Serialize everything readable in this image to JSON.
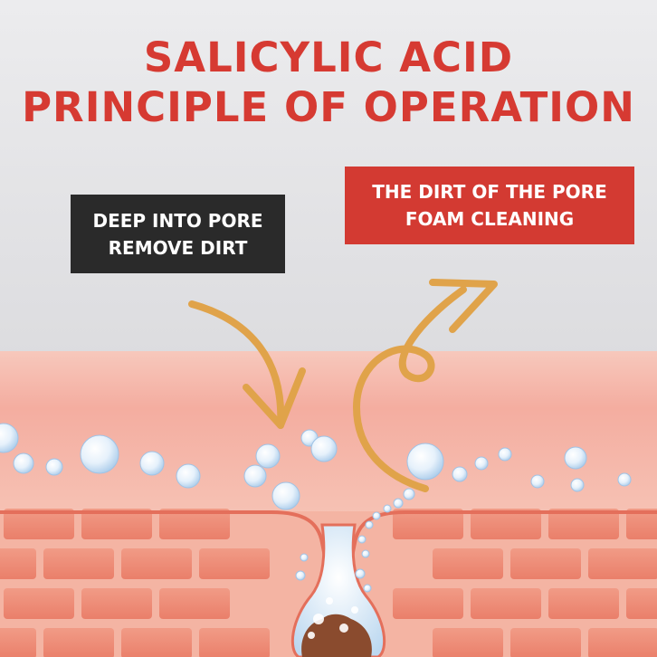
{
  "title": {
    "line1": "SALICYLIC ACID",
    "line2": "PRINCIPLE OF OPERATION"
  },
  "labels": {
    "left": {
      "line1": "DEEP INTO PORE",
      "line2": "REMOVE DIRT"
    },
    "right": {
      "line1": "THE DIRT OF THE PORE",
      "line2": "FOAM CLEANING"
    }
  },
  "colors": {
    "title": "#d63a32",
    "left_box": "#2a2a2a",
    "right_box": "#d33a32",
    "arrow": "#e0a34a",
    "skin": "#f3a592",
    "cell": "#e97e69",
    "dirt": "#8a4b2e"
  },
  "icons": [
    "arrow-down-icon",
    "arrow-up-icon",
    "bubble-icon"
  ]
}
